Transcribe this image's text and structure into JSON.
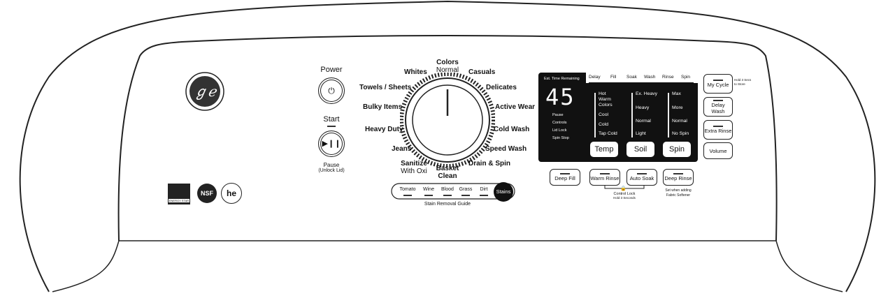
{
  "left_controls": {
    "power_label": "Power",
    "start_label": "Start",
    "pause_label": "Pause",
    "pause_sub": "(Unlock Lid)"
  },
  "cycles": {
    "colors": "Colors",
    "colors_sub": "Normal",
    "whites": "Whites",
    "casuals": "Casuals",
    "towels_sheets": "Towels / Sheets",
    "delicates": "Delicates",
    "bulky_items": "Bulky Items",
    "active_wear": "Active Wear",
    "heavy_duty": "Heavy Duty",
    "cold_wash": "Cold Wash",
    "jeans": "Jeans",
    "speed_wash": "Speed Wash",
    "sanitize": "Sanitize",
    "sanitize_sub": "With Oxi",
    "basket_clean": "Basket Clean",
    "drain_spin": "Drain & Spin"
  },
  "stains": {
    "items": [
      "Tomato",
      "Wine",
      "Blood",
      "Grass",
      "Dirt"
    ],
    "button_label": "Stains",
    "guide_label": "Stain Removal Guide"
  },
  "display": {
    "time_label": "Est. Time Remaining",
    "time_value": "45",
    "status": [
      "Pause",
      "Controls",
      "Lid Lock",
      "Spin Stop"
    ],
    "phases": [
      "Delay",
      "Fill",
      "Soak",
      "Wash",
      "Rinse",
      "Spin"
    ],
    "temp_options": [
      "Hot",
      "Warm",
      "Colors",
      "Cool",
      "Cold",
      "Tap Cold"
    ],
    "soil_options": [
      "Ex. Heavy",
      "Heavy",
      "Normal",
      "Light"
    ],
    "spin_options": [
      "Max",
      "More",
      "Normal",
      "No Spin"
    ],
    "temp_button": "Temp",
    "soil_button": "Soil",
    "spin_button": "Spin"
  },
  "side_buttons": {
    "my_cycle": "My Cycle",
    "my_cycle_hint": "Hold 3 Secs to Store",
    "delay_wash": "Delay Wash",
    "extra_rinse": "Extra Rinse",
    "volume": "Volume"
  },
  "option_buttons": {
    "deep_fill": "Deep Fill",
    "warm_rinse": "Warm Rinse",
    "auto_soak": "Auto Soak",
    "deep_rinse": "Deep Rinse",
    "control_lock": "Control Lock",
    "control_lock_sub": "Hold 3 Seconds",
    "softener_note": "Set when adding",
    "softener_note2": "Fabric Softener"
  },
  "logos": {
    "ge": "GE",
    "energy_star": "ENERGY STAR",
    "nsf": "NSF",
    "he": "he"
  }
}
